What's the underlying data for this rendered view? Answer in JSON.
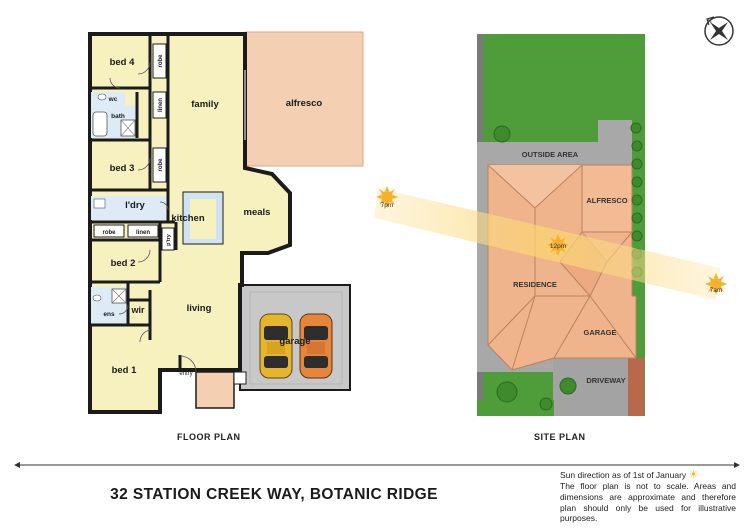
{
  "floor_plan": {
    "caption": "FLOOR PLAN",
    "rooms": {
      "bed4": "bed 4",
      "robe_top": "robe",
      "wc": "wc",
      "linen_top": "linen",
      "bath": "bath",
      "bed3": "bed 3",
      "robe_mid": "robe",
      "family": "family",
      "alfresco": "alfresco",
      "laundry": "l'dry",
      "kitchen": "kitchen",
      "meals": "meals",
      "robe_bed2": "robe",
      "linen_mid": "linen",
      "pantry": "p'try",
      "bed2": "bed 2",
      "ens": "ens",
      "wir": "wir",
      "living": "living",
      "garage": "garage",
      "bed1": "bed 1",
      "entry": "entry"
    },
    "colors": {
      "room_fill": "#f7f1c0",
      "wet_fill": "#dcebf6",
      "alfresco_fill": "#f4cfb2",
      "garage_fill": "#c8c8c8",
      "wall": "#1b1b1b",
      "car_yellow": "#e7b52b",
      "car_orange": "#e7863b"
    }
  },
  "site_plan": {
    "caption": "SITE PLAN",
    "labels": {
      "outside_area": "OUTSIDE AREA",
      "alfresco": "ALFRESCO",
      "residence": "RESIDENCE",
      "garage": "GARAGE",
      "driveway": "DRIVEWAY"
    },
    "sun": {
      "morning": "7am",
      "noon": "12pm",
      "evening": "7pm"
    },
    "colors": {
      "lawn": "#4f9c3a",
      "paving": "#a8a8a8",
      "roof": "#f0b48c",
      "sun_path": "#fbd76a"
    }
  },
  "compass_icon": "compass-icon",
  "address": "32 STATION CREEK WAY, BOTANIC RIDGE",
  "sun_direction_note": "Sun direction as of 1st of January",
  "disclaimer": "The floor plan is not to scale. Areas and dimensions are approximate and therefore plan should only be used for illustrative purposes."
}
